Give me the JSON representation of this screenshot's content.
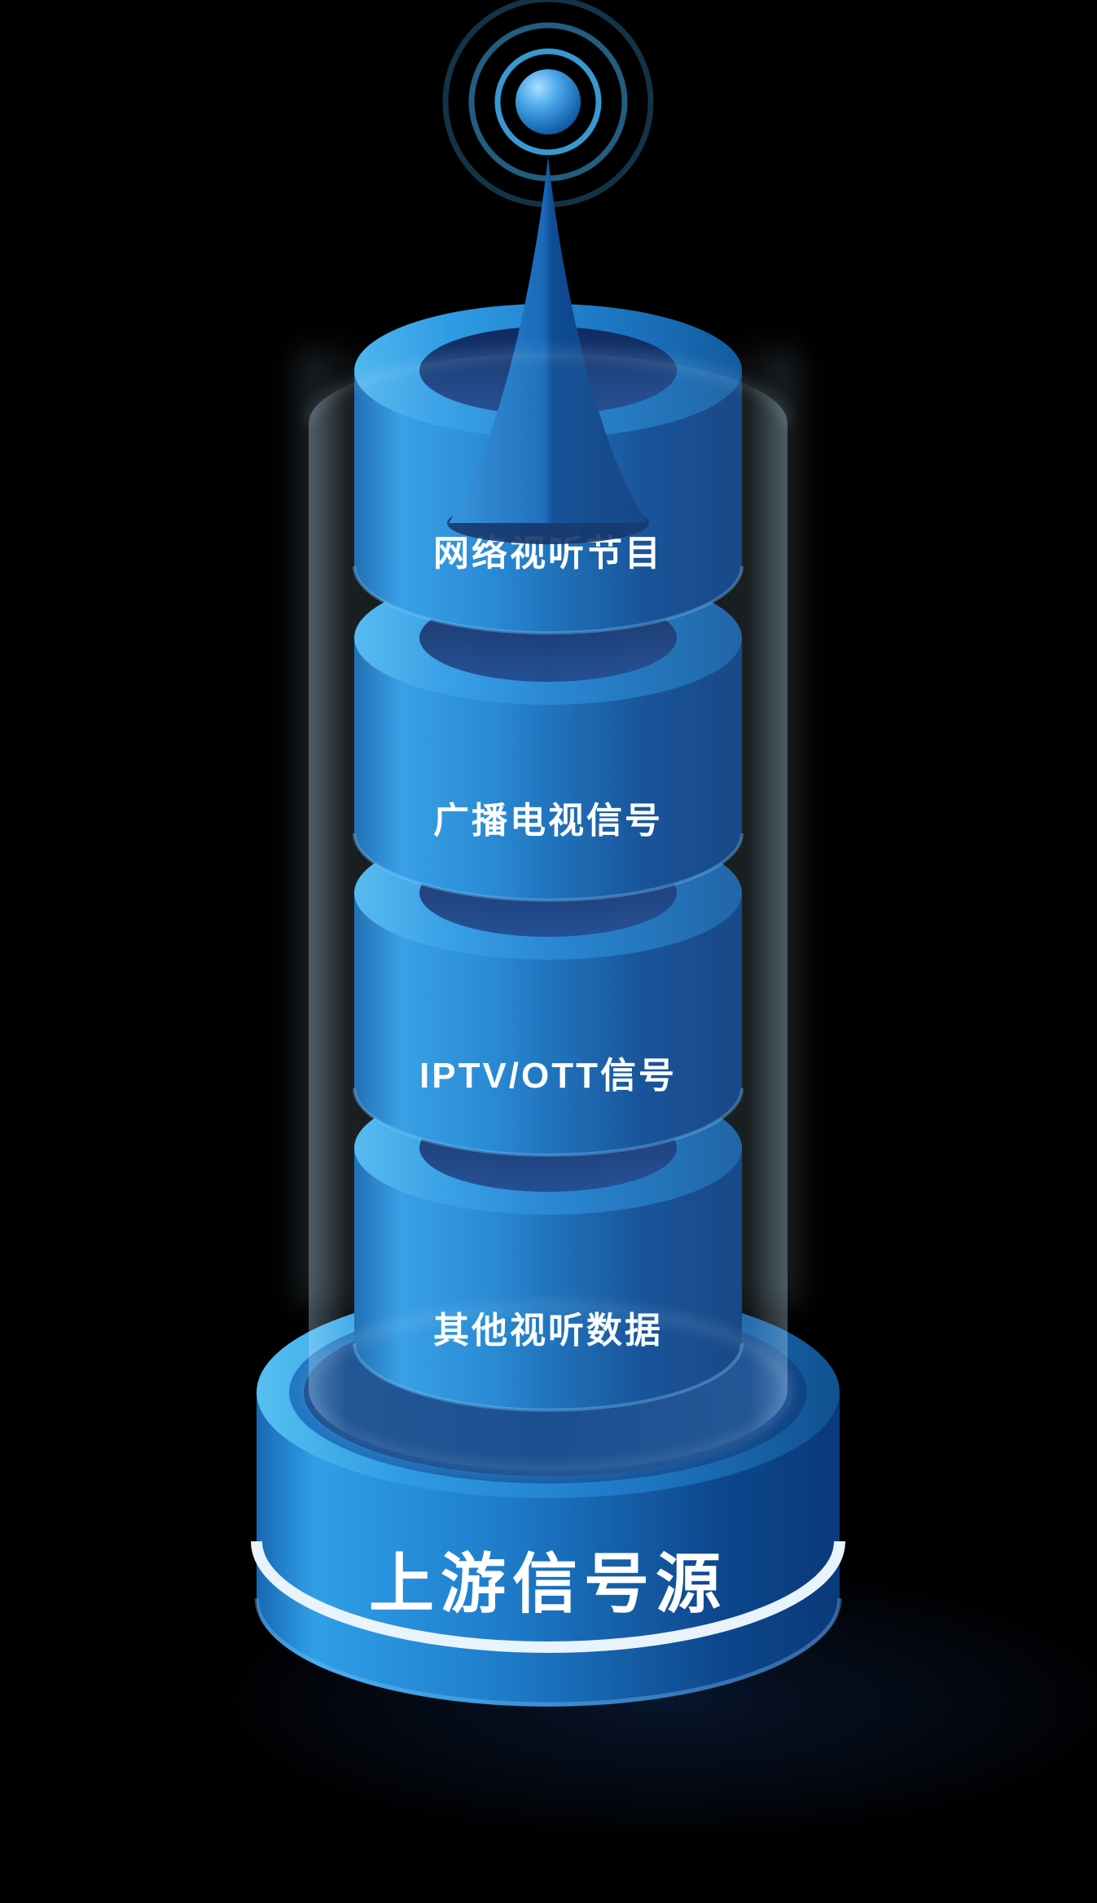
{
  "scene": {
    "background_color": "#000000",
    "tower": {
      "antenna": {
        "icon": "broadcast-antenna-icon",
        "signal_rings": 3
      },
      "segments": [
        {
          "label": "网络视听节目"
        },
        {
          "label": "广播电视信号"
        },
        {
          "label": "IPTV/OTT信号"
        },
        {
          "label": "其他视听数据"
        }
      ],
      "base": {
        "label": "上游信号源"
      }
    },
    "colors": {
      "background": "#000000",
      "highlight_blue": "#2f9be4",
      "light_blue": "#4eb6ee",
      "mid_blue": "#1f7cc8",
      "dark_blue": "#0a3a7c",
      "navy_hole": "#14306a",
      "glow": "#bfe6ff",
      "label_text": "#ffffff"
    }
  }
}
